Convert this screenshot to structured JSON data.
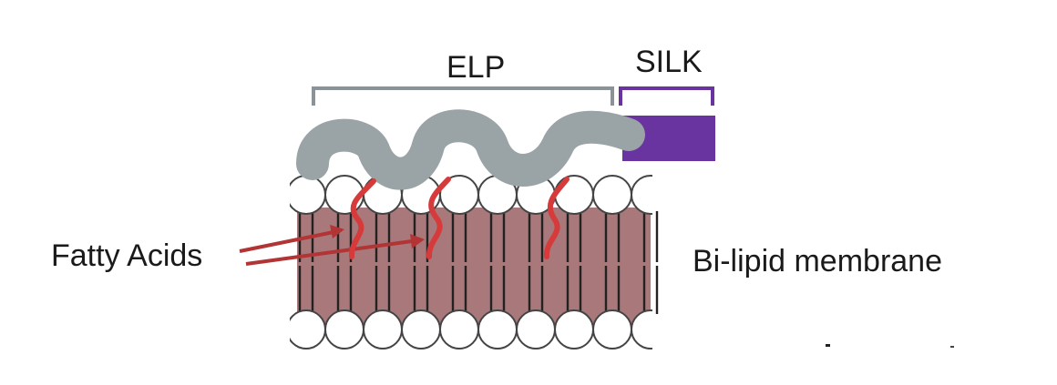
{
  "labels": {
    "elp": "ELP",
    "silk": "SILK",
    "fatty_acids": "Fatty Acids",
    "membrane": "Bi-lipid membrane"
  },
  "colors": {
    "elp_chain": "#9aa3a6",
    "elp_bracket": "#8a9498",
    "silk_block": "#6a34a0",
    "silk_bracket": "#6a34a0",
    "fatty_acid": "#d63a3a",
    "arrow": "#b23434",
    "lipid_tail_fill": "#a8787a",
    "lipid_tail_line": "#222222",
    "lipid_head_fill": "#ffffff",
    "lipid_head_stroke": "#444444"
  }
}
